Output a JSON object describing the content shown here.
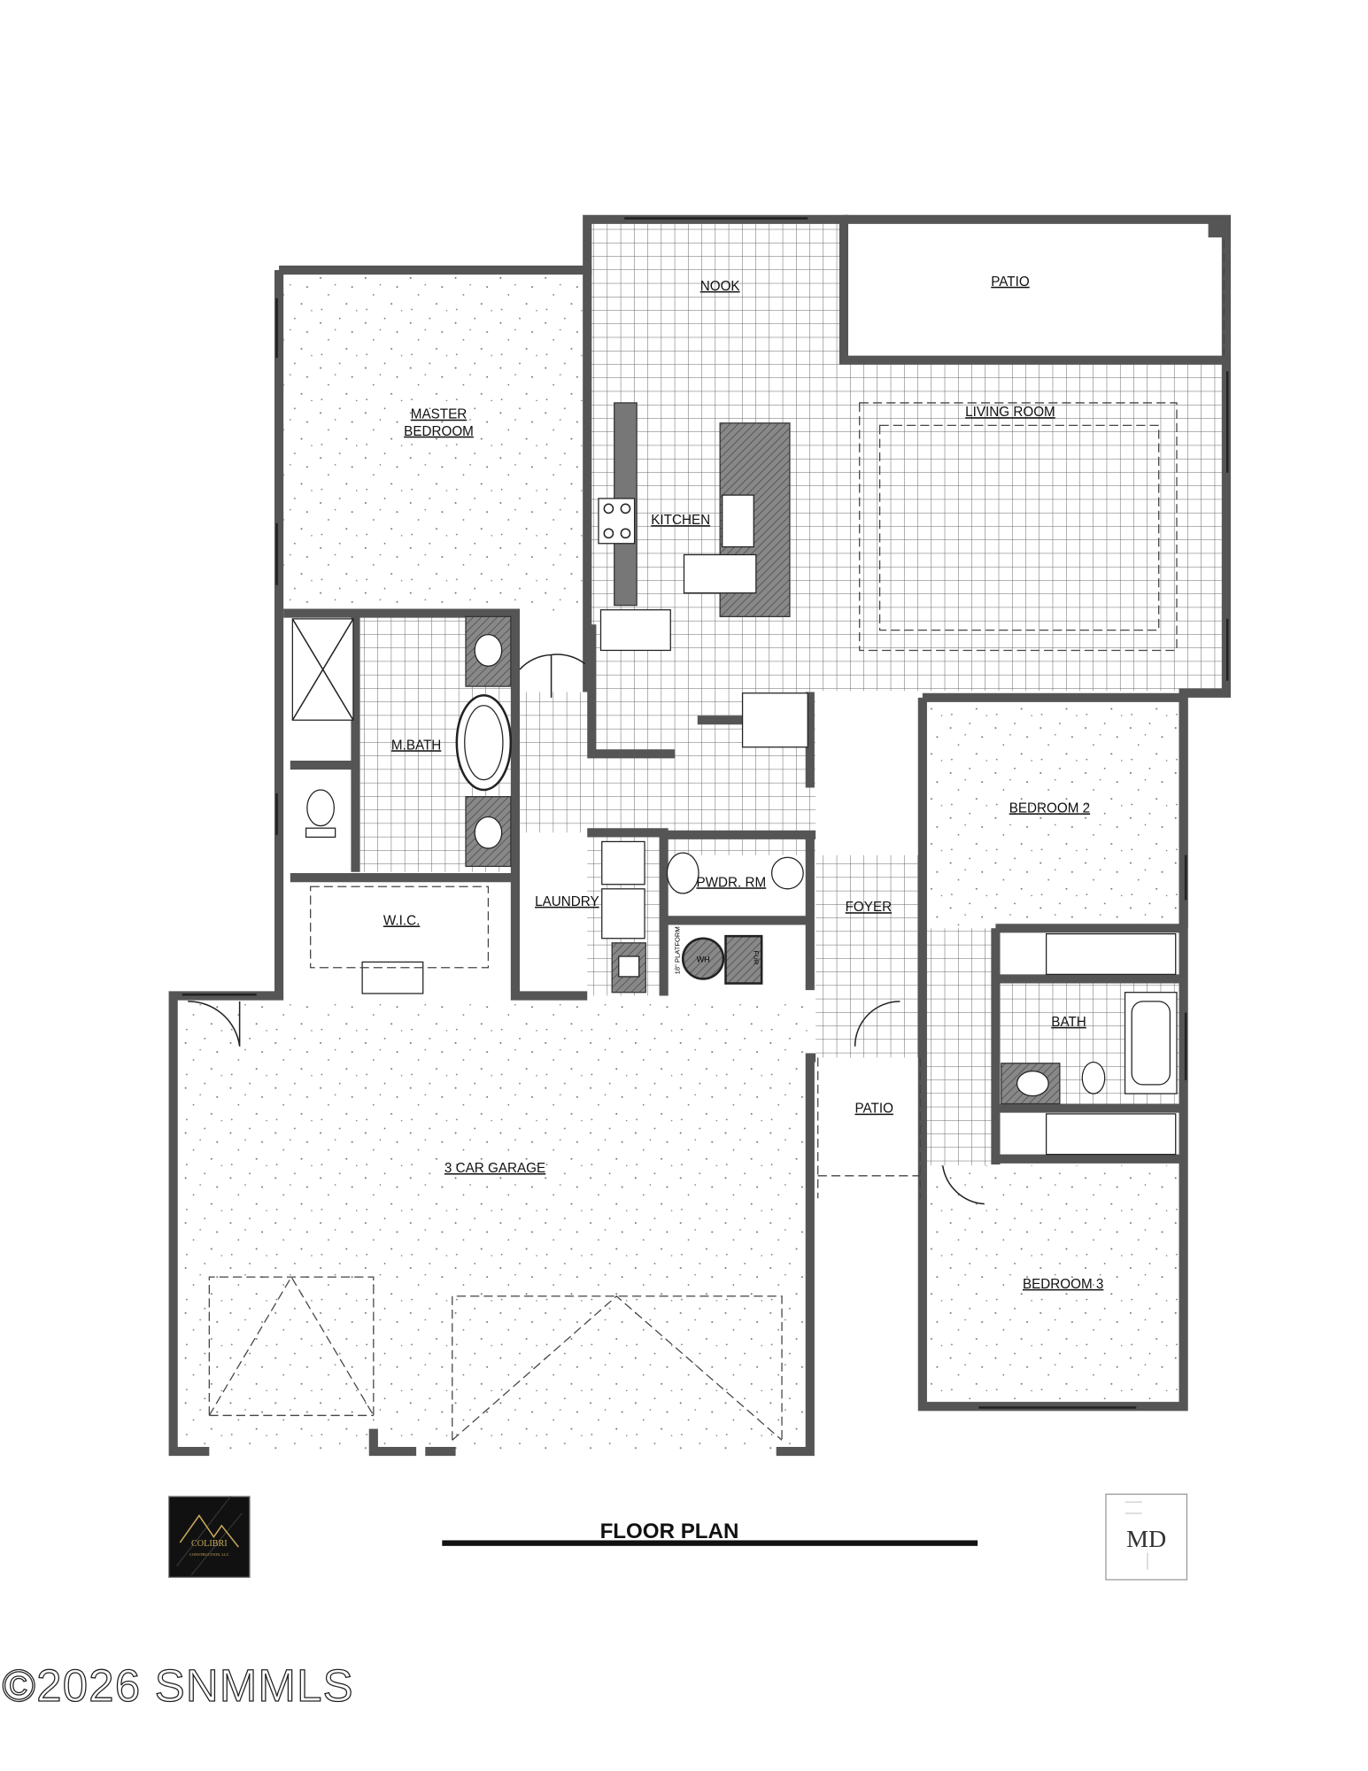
{
  "rooms": {
    "nook": "NOOK",
    "patio_rear": "PATIO",
    "living_room": "LIVING ROOM",
    "master_bedroom_line1": "MASTER",
    "master_bedroom_line2": "BEDROOM",
    "kitchen": "KITCHEN",
    "master_bath": "M.BATH",
    "bedroom_2": "BEDROOM 2",
    "powder_room": "PWDR. RM",
    "laundry": "LAUNDRY",
    "foyer": "FOYER",
    "walk_in_closet": "W.I.C.",
    "bath": "BATH",
    "patio_front": "PATIO",
    "garage": "3 CAR GARAGE",
    "bedroom_3": "BEDROOM 3"
  },
  "fixtures": {
    "platform_note": "18\" PLATFORM",
    "water_heater": "WH",
    "furnace": "FUR"
  },
  "footer": {
    "title": "FLOOR PLAN",
    "builder_logo_text": "COLIBRI",
    "builder_logo_subtext": "CONSTRUCTION, LLC",
    "designer_logo_text": "MD",
    "copyright": "©2026 SNMMLS"
  },
  "colors": {
    "wall": "#555555",
    "counter": "#777777",
    "builder_logo_bg": "#111111",
    "builder_logo_gold": "#c9a95a"
  }
}
